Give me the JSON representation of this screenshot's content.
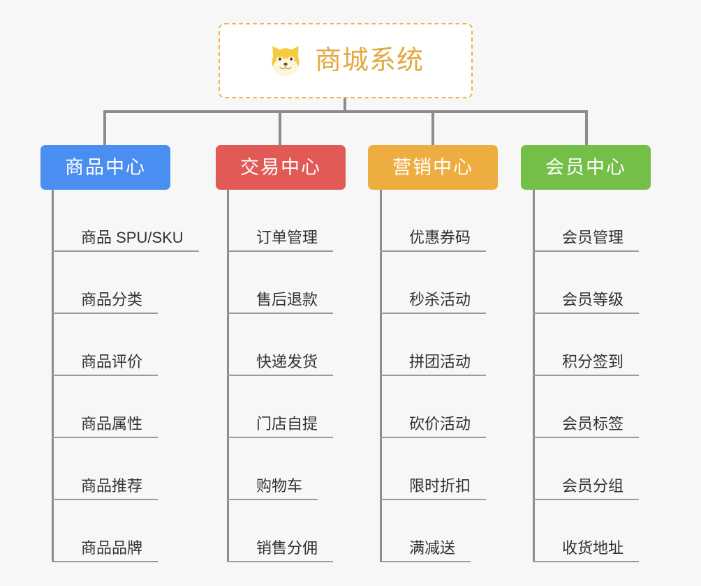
{
  "diagram": {
    "type": "org-tree",
    "background_color": "#f7f7f7",
    "root": {
      "title": "商城系统",
      "icon": "shiba-dog-face-icon",
      "text_color": "#e3a93f",
      "border_color": "#edb552",
      "fill_color": "#ffffff"
    },
    "connector_color": "#8c8c8c",
    "categories": [
      {
        "label": "商品中心",
        "color": "#4a8ef1",
        "items": [
          "商品 SPU/SKU",
          "商品分类",
          "商品评价",
          "商品属性",
          "商品推荐",
          "商品品牌"
        ]
      },
      {
        "label": "交易中心",
        "color": "#e25a56",
        "items": [
          "订单管理",
          "售后退款",
          "快递发货",
          "门店自提",
          "购物车",
          "销售分佣"
        ]
      },
      {
        "label": "营销中心",
        "color": "#eead40",
        "items": [
          "优惠券码",
          "秒杀活动",
          "拼团活动",
          "砍价活动",
          "限时折扣",
          "满减送"
        ]
      },
      {
        "label": "会员中心",
        "color": "#74bf48",
        "items": [
          "会员管理",
          "会员等级",
          "积分签到",
          "会员标签",
          "会员分组",
          "收货地址"
        ]
      }
    ]
  }
}
